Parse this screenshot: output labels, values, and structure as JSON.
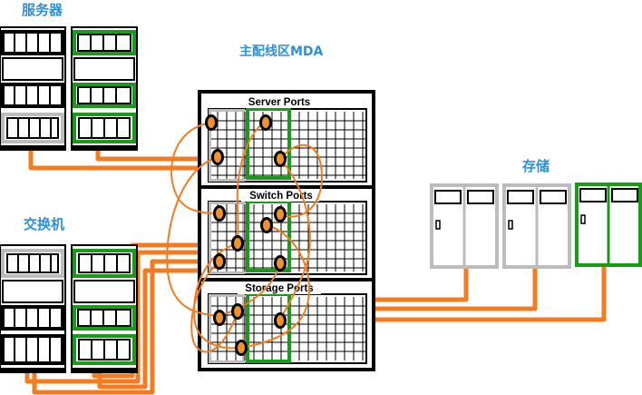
{
  "labels": {
    "servers": "服务器",
    "switches": "交换机",
    "storage": "存储",
    "mda": "主配线区MDA",
    "server_ports": "Server Ports",
    "switch_ports": "Switch Ports",
    "storage_ports": "Storage Ports"
  },
  "colors": {
    "label_blue": "#2f8fd8",
    "cable_orange": "#f47b20",
    "highlight_green": "#1a9a1a",
    "highlight_gray": "#bcbcbc",
    "port_orange": "#f2922a"
  }
}
